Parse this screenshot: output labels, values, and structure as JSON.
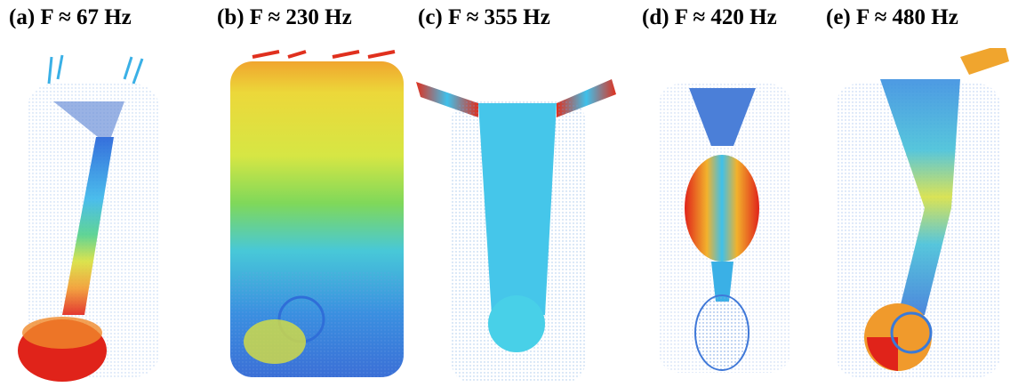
{
  "panels": [
    {
      "id": "a",
      "title": "(a) F ≈ 67 Hz",
      "mode": "bending"
    },
    {
      "id": "b",
      "title": "(b) F ≈ 230 Hz",
      "mode": "lateral-body"
    },
    {
      "id": "c",
      "title": "(c) F ≈ 355 Hz",
      "mode": "neck-flapping"
    },
    {
      "id": "d",
      "title": "(d) F ≈ 420 Hz",
      "mode": "breathing-bulge"
    },
    {
      "id": "e",
      "title": "(e) F ≈ 480 Hz",
      "mode": "torsion-bend"
    }
  ],
  "colormap": [
    "#1f5bd8",
    "#2fa9ea",
    "#39d6e6",
    "#8ee05a",
    "#e8e33a",
    "#f4a12c",
    "#e0301e"
  ]
}
